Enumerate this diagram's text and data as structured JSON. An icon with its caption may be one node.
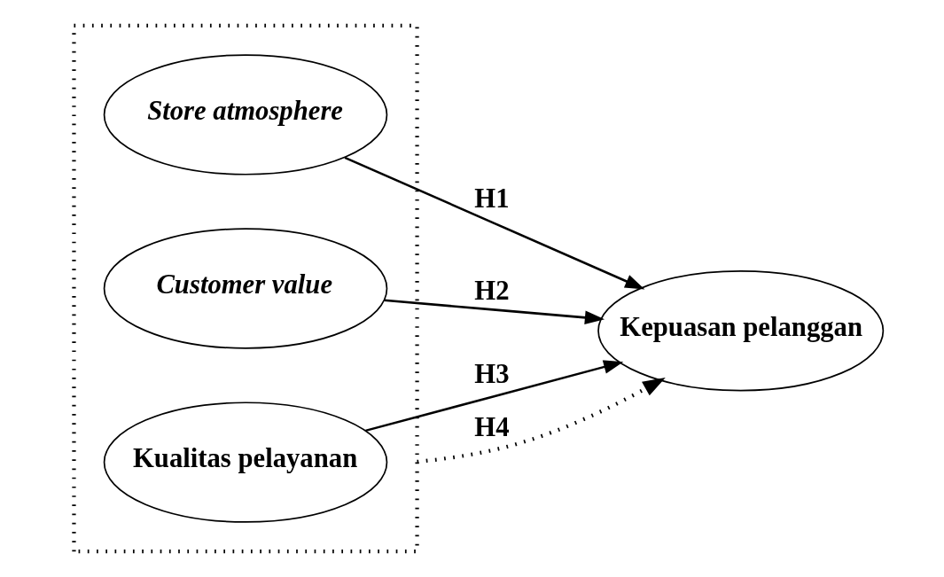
{
  "diagram": {
    "nodes": [
      {
        "text": [],
        "shape": "box"
      },
      {
        "text": [
          "Store atmosphere"
        ],
        "in": 0
      },
      {
        "text": [
          "Customer value"
        ],
        "in": 0
      },
      {
        "text": [
          "Kualitas pelayanan"
        ],
        "in": 0
      },
      {
        "text": [
          "Kepuasan pelanggan"
        ]
      }
    ],
    "edges": [
      {
        "from": 1,
        "to": 4,
        "arrow": "to",
        "label": "H1"
      },
      {
        "from": 2,
        "to": 4,
        "arrow": "to",
        "label": "H2"
      },
      {
        "from": 3,
        "to": 4,
        "arrow": "to",
        "label": "H3"
      },
      {
        "from": 0,
        "to": 4,
        "arrow": "to",
        "label": "H4",
        "style": "dashed"
      }
    ]
  }
}
